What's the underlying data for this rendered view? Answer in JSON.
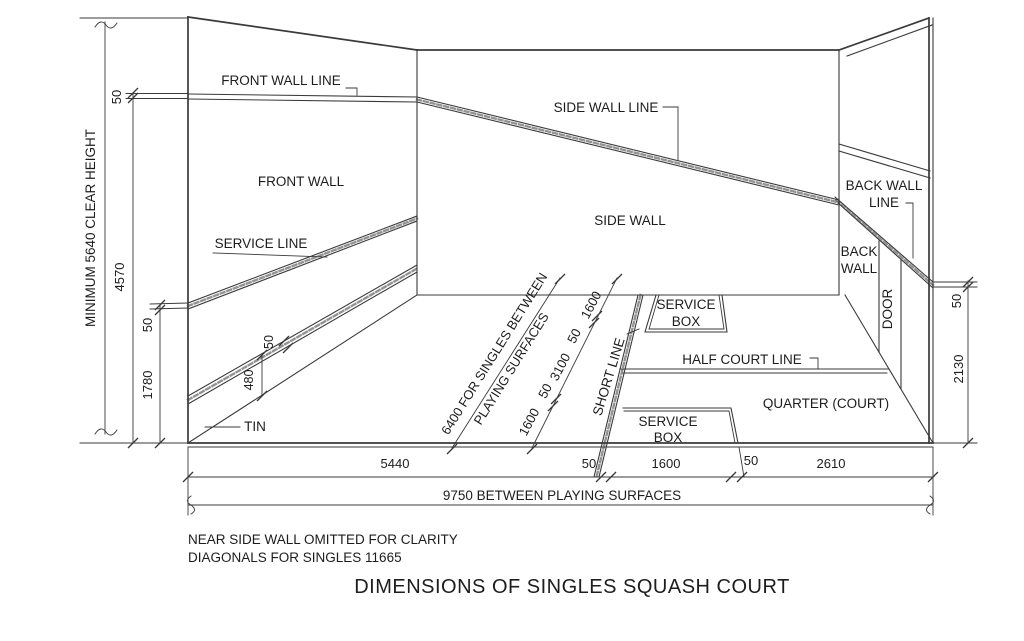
{
  "colors": {
    "background": "#ffffff",
    "line": "#3a3a3a",
    "text": "#1d1d1d"
  },
  "title": "DIMENSIONS OF SINGLES SQUASH COURT",
  "notes": {
    "line1": "NEAR SIDE WALL OMITTED FOR CLARITY",
    "line2": "DIAGONALS FOR SINGLES 11665"
  },
  "walls": {
    "front_wall_line": "FRONT WALL LINE",
    "front_wall": "FRONT WALL",
    "service_line": "SERVICE LINE",
    "tin": "TIN",
    "side_wall_line": "SIDE WALL LINE",
    "side_wall": "SIDE WALL",
    "back_wall_line_l1": "BACK WALL",
    "back_wall_line_l2": "LINE",
    "back_wall_l1": "BACK",
    "back_wall_l2": "WALL",
    "door": "DOOR"
  },
  "floor": {
    "service_box_far_l1": "SERVICE",
    "service_box_far_l2": "BOX",
    "service_box_near_l1": "SERVICE",
    "service_box_near_l2": "BOX",
    "short_line": "SHORT LINE",
    "half_court_line": "HALF COURT LINE",
    "quarter_court": "QUARTER (COURT)"
  },
  "dims_left": {
    "clear_height": "MINIMUM 5640 CLEAR HEIGHT",
    "wall_line_band": "50",
    "front_wall_line_height": "4570",
    "service_line_band": "50",
    "service_line_height": "1780",
    "tin_band": "50",
    "tin_height": "480"
  },
  "dims_right": {
    "back_wall_band": "50",
    "back_wall_line_height": "2130"
  },
  "width_chain": [
    "1600",
    "50",
    "3100",
    "50",
    "1600"
  ],
  "width_note": {
    "line1": "6400 FOR SINGLES BETWEEN",
    "line2": "PLAYING SURFACES"
  },
  "dims_bottom": [
    "5440",
    "50",
    "1600",
    "50",
    "2610"
  ],
  "overall_width": "9750 BETWEEN PLAYING SURFACES"
}
